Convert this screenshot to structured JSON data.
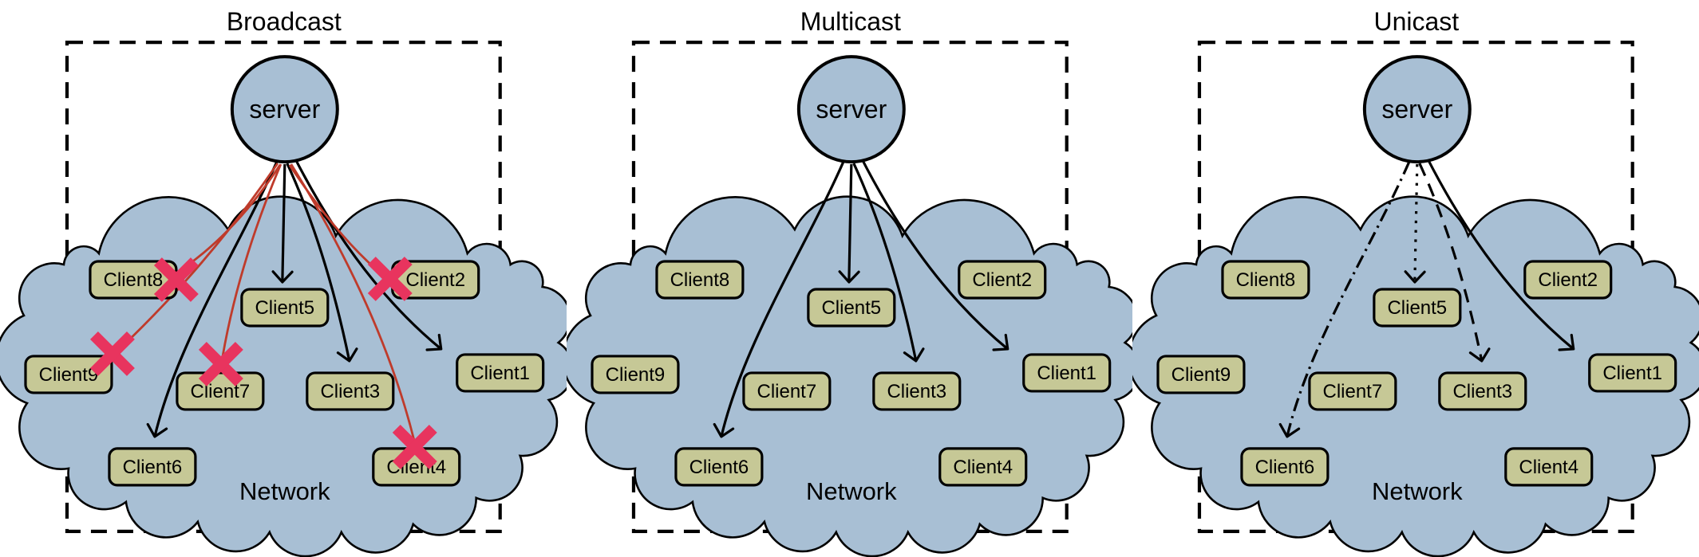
{
  "figure": {
    "description": "Comparison of three transmission methods from a server to clients across a network cloud"
  },
  "server_label": "server",
  "network_label": "Network",
  "clients": {
    "Client1": {
      "label": "Client1"
    },
    "Client2": {
      "label": "Client2"
    },
    "Client3": {
      "label": "Client3"
    },
    "Client4": {
      "label": "Client4"
    },
    "Client5": {
      "label": "Client5"
    },
    "Client6": {
      "label": "Client6"
    },
    "Client7": {
      "label": "Client7"
    },
    "Client8": {
      "label": "Client8"
    },
    "Client9": {
      "label": "Client9"
    }
  },
  "colors": {
    "background": "#FFFFFF",
    "cloud_fill": "#A8BFD4",
    "server_fill": "#A8BFD4",
    "client_fill": "#C6C896",
    "outline": "#000000",
    "red_line": "#BF3B2B",
    "cross_pink": "#E8345E"
  },
  "panels": [
    {
      "id": "broadcast",
      "title": "Broadcast",
      "connections": [
        {
          "to": "Client5",
          "line": "solid",
          "color": "black",
          "arrow": true,
          "blocked": false
        },
        {
          "to": "Client3",
          "line": "solid",
          "color": "black",
          "arrow": true,
          "blocked": false
        },
        {
          "to": "Client1",
          "line": "solid",
          "color": "black",
          "arrow": true,
          "blocked": false
        },
        {
          "to": "Client6",
          "line": "solid",
          "color": "black",
          "arrow": true,
          "blocked": false
        },
        {
          "to": "Client8",
          "line": "solid",
          "color": "red",
          "arrow": false,
          "blocked": true
        },
        {
          "to": "Client2",
          "line": "solid",
          "color": "red",
          "arrow": false,
          "blocked": true
        },
        {
          "to": "Client9",
          "line": "solid",
          "color": "red",
          "arrow": false,
          "blocked": true
        },
        {
          "to": "Client7",
          "line": "solid",
          "color": "red",
          "arrow": false,
          "blocked": true
        },
        {
          "to": "Client4",
          "line": "solid",
          "color": "red",
          "arrow": false,
          "blocked": true
        }
      ]
    },
    {
      "id": "multicast",
      "title": "Multicast",
      "connections": [
        {
          "to": "Client5",
          "line": "solid",
          "color": "black",
          "arrow": true,
          "blocked": false
        },
        {
          "to": "Client3",
          "line": "solid",
          "color": "black",
          "arrow": true,
          "blocked": false
        },
        {
          "to": "Client1",
          "line": "solid",
          "color": "black",
          "arrow": true,
          "blocked": false
        },
        {
          "to": "Client6",
          "line": "solid",
          "color": "black",
          "arrow": true,
          "blocked": false
        }
      ]
    },
    {
      "id": "unicast",
      "title": "Unicast",
      "connections": [
        {
          "to": "Client6",
          "line": "dashdot",
          "color": "black",
          "arrow": true,
          "blocked": false
        },
        {
          "to": "Client5",
          "line": "dotted",
          "color": "black",
          "arrow": true,
          "blocked": false
        },
        {
          "to": "Client3",
          "line": "dashed",
          "color": "black",
          "arrow": true,
          "blocked": false
        },
        {
          "to": "Client1",
          "line": "solid",
          "color": "black",
          "arrow": true,
          "blocked": false
        }
      ]
    }
  ]
}
